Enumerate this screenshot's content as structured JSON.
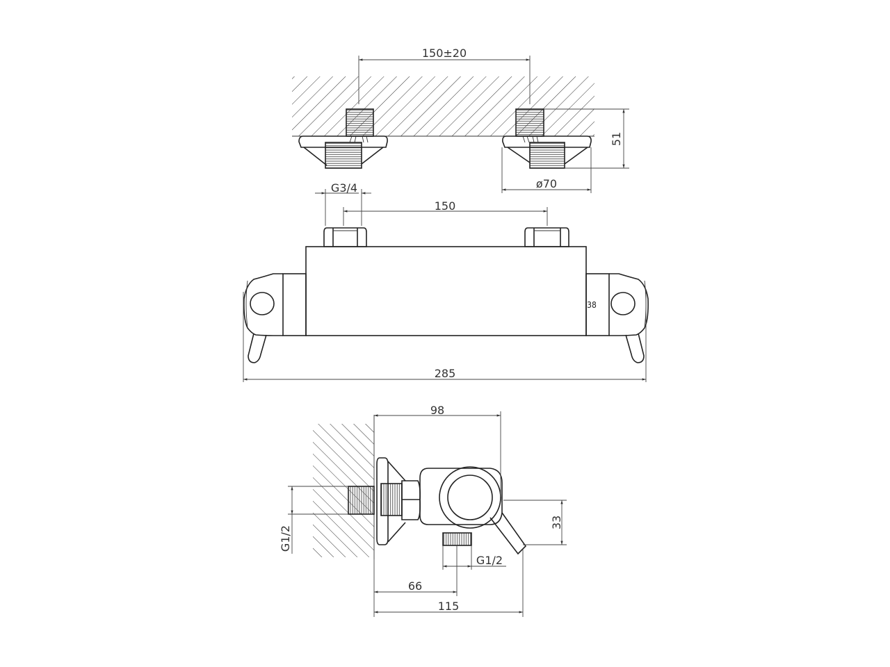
{
  "top_view": {
    "dim_spacing": "150±20",
    "dim_depth": "51",
    "dim_flange_diameter": "ø70"
  },
  "front_view": {
    "dim_thread": "G3/4",
    "dim_centers": "150",
    "dim_height": "38",
    "dim_width": "285"
  },
  "side_view": {
    "dim_depth": "98",
    "dim_outlet_height": "33",
    "dim_inlet_thread": "G1/2",
    "dim_outlet_thread": "G1/2",
    "dim_outlet_offset": "66",
    "dim_total_depth": "115"
  },
  "colors": {
    "line": "#222222",
    "background": "#ffffff"
  }
}
